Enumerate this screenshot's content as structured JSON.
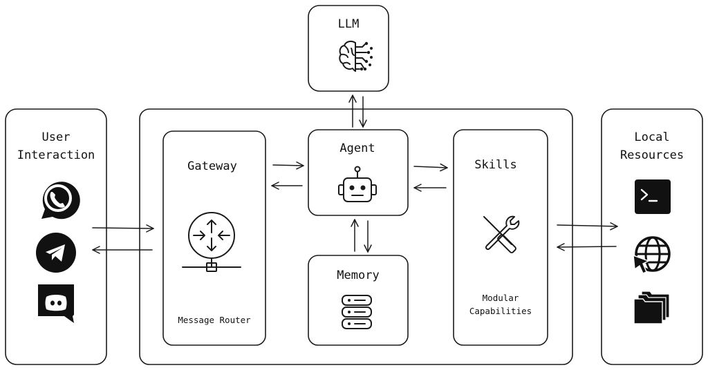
{
  "nodes": {
    "llm": {
      "label": "LLM",
      "icon": "brain-circuit-icon"
    },
    "user_interaction": {
      "label_line1": "User",
      "label_line2": "Interaction",
      "icons": [
        "whatsapp-icon",
        "telegram-icon",
        "discord-icon"
      ]
    },
    "gateway": {
      "label": "Gateway",
      "sublabel": "Message Router",
      "icon": "router-icon"
    },
    "agent": {
      "label": "Agent",
      "icon": "robot-icon"
    },
    "memory": {
      "label": "Memory",
      "icon": "database-icon"
    },
    "skills": {
      "label": "Skills",
      "sublabel_line1": "Modular",
      "sublabel_line2": "Capabilities",
      "icon": "tools-icon"
    },
    "local_resources": {
      "label_line1": "Local",
      "label_line2": "Resources",
      "icons": [
        "terminal-icon",
        "web-globe-icon",
        "folders-icon"
      ]
    }
  },
  "connections": [
    {
      "from": "user_interaction",
      "to": "gateway",
      "direction": "bidirectional"
    },
    {
      "from": "gateway",
      "to": "agent",
      "direction": "bidirectional"
    },
    {
      "from": "agent",
      "to": "llm",
      "direction": "bidirectional"
    },
    {
      "from": "agent",
      "to": "memory",
      "direction": "bidirectional"
    },
    {
      "from": "agent",
      "to": "skills",
      "direction": "bidirectional"
    },
    {
      "from": "skills",
      "to": "local_resources",
      "direction": "bidirectional"
    }
  ]
}
